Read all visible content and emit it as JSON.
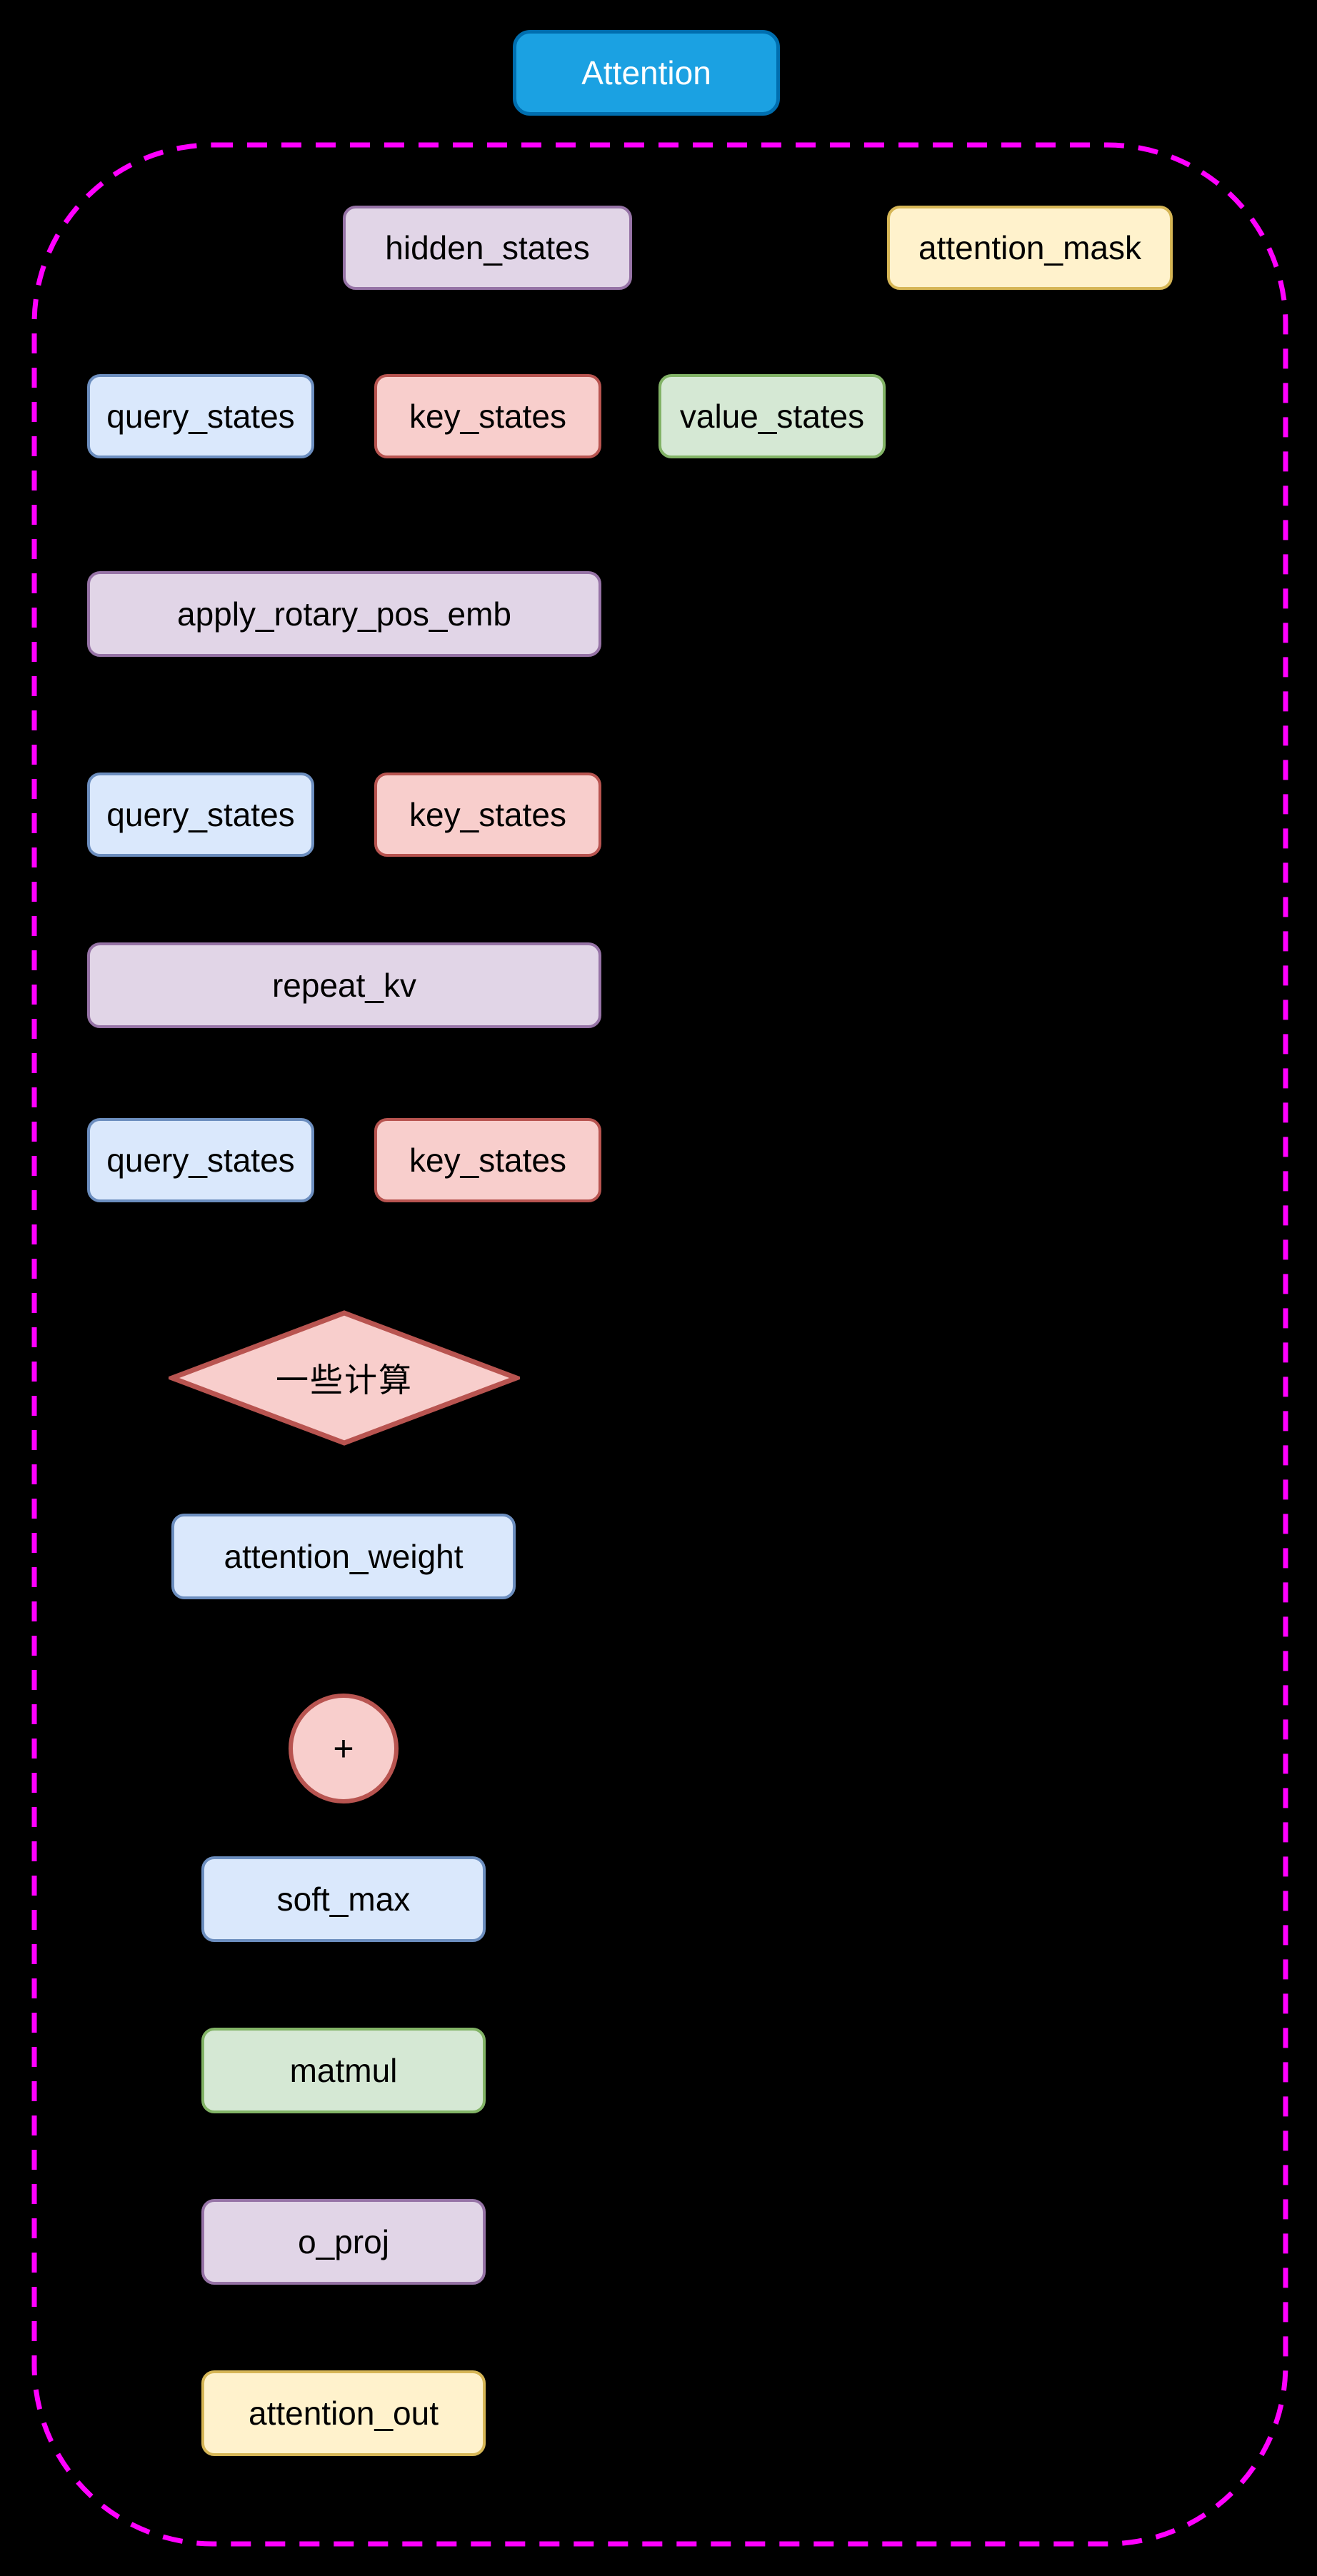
{
  "diagram_title": "Attention",
  "container": {
    "style": "dashed-rounded-rect",
    "border_color": "#ff00ff"
  },
  "palette": {
    "background": "#000000",
    "title_fill": "#1ba1e2",
    "title_border": "#006eaf",
    "title_text": "#ffffff",
    "blue_fill": "#dae8fc",
    "blue_border": "#6c8ebf",
    "red_fill": "#f8cecc",
    "red_border": "#b85450",
    "green_fill": "#d5e8d4",
    "green_border": "#82b366",
    "purple_fill": "#e1d5e7",
    "purple_border": "#9673a6",
    "yellow_fill": "#fff2cc",
    "yellow_border": "#d6b656"
  },
  "nodes": [
    {
      "label": "hidden_states",
      "shape": "rect",
      "color": "purple"
    },
    {
      "label": "attention_mask",
      "shape": "rect",
      "color": "yellow"
    },
    {
      "label": "query_states",
      "shape": "rect",
      "color": "blue"
    },
    {
      "label": "key_states",
      "shape": "rect",
      "color": "red"
    },
    {
      "label": "value_states",
      "shape": "rect",
      "color": "green"
    },
    {
      "label": "apply_rotary_pos_emb",
      "shape": "rect",
      "color": "purple"
    },
    {
      "label": "query_states",
      "shape": "rect",
      "color": "blue"
    },
    {
      "label": "key_states",
      "shape": "rect",
      "color": "red"
    },
    {
      "label": "repeat_kv",
      "shape": "rect",
      "color": "purple"
    },
    {
      "label": "query_states",
      "shape": "rect",
      "color": "blue"
    },
    {
      "label": "key_states",
      "shape": "rect",
      "color": "red"
    },
    {
      "label": "一些计算",
      "shape": "diamond",
      "color": "red"
    },
    {
      "label": "attention_weight",
      "shape": "rect",
      "color": "blue"
    },
    {
      "label": "+",
      "shape": "circle",
      "color": "red"
    },
    {
      "label": "soft_max",
      "shape": "rect",
      "color": "blue"
    },
    {
      "label": "matmul",
      "shape": "rect",
      "color": "green"
    },
    {
      "label": "o_proj",
      "shape": "rect",
      "color": "purple"
    },
    {
      "label": "attention_out",
      "shape": "rect",
      "color": "yellow"
    }
  ]
}
